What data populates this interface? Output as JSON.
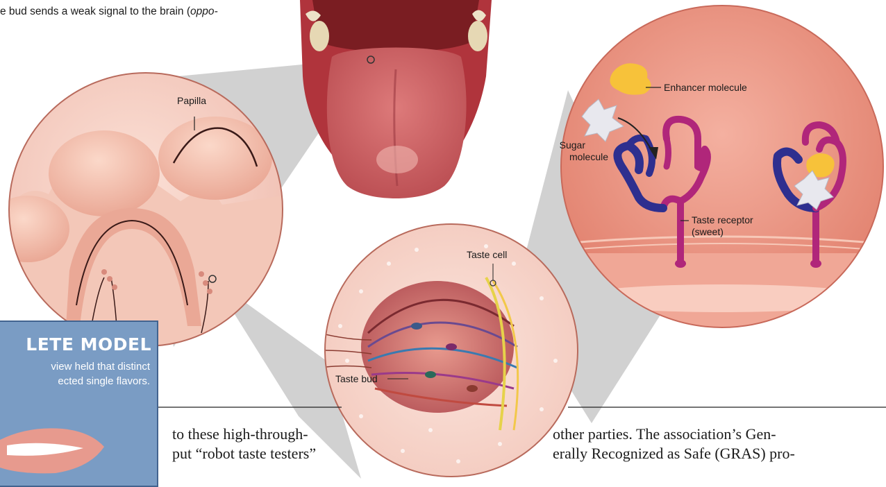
{
  "top_text": {
    "before": "e bud sends a weak signal to the brain (",
    "italic": "oppo-"
  },
  "labels": {
    "papilla": "Papilla",
    "enhancer": "Enhancer molecule",
    "sugar_line1": "Sugar",
    "sugar_line2": "molecule",
    "receptor_line1": "Taste receptor",
    "receptor_line2": "(sweet)",
    "taste_cell": "Taste cell",
    "taste_bud": "Taste bud"
  },
  "sidebar": {
    "title": "LETE MODEL",
    "line1": "view held that distinct",
    "line2": "ected single flavors."
  },
  "body_left": {
    "line1": "to these high-through-",
    "line2": "put “robot taste testers”"
  },
  "body_right": {
    "line1": "other parties. The association’s Gen-",
    "line2": "erally Recognized as Safe (GRAS) pro-"
  },
  "colors": {
    "tongue": "#c4575a",
    "papilla_bg": "#f2c3b8",
    "receptor_blue": "#2e2f8f",
    "receptor_magenta": "#b0267a",
    "sidebar_bg": "#7a9cc4"
  }
}
